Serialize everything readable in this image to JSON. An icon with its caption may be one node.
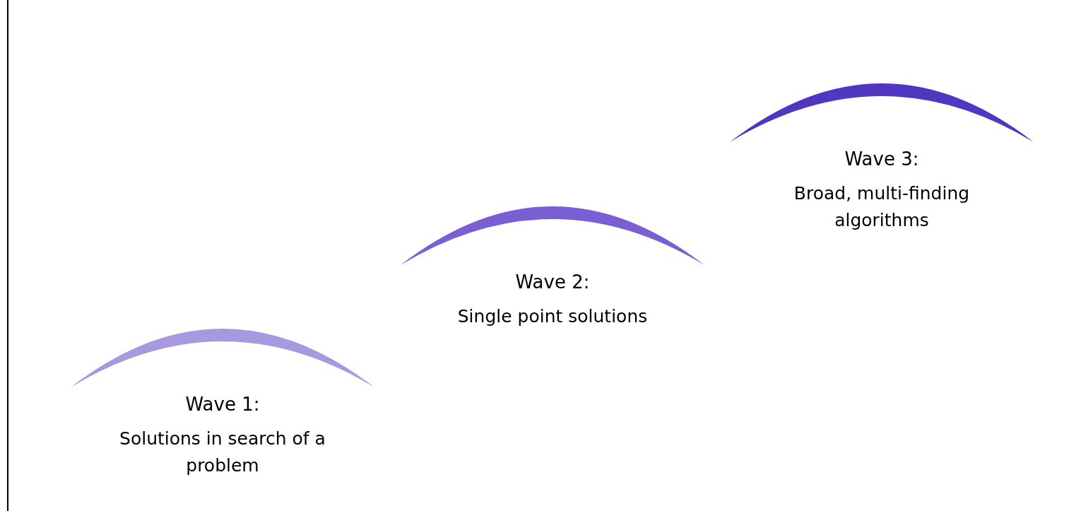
{
  "diagram": {
    "nodes": [
      {
        "text": [
          "Wave 1:",
          "Solutions in search of a problem"
        ]
      },
      {
        "text": [
          "Wave 2:",
          "Single point solutions"
        ]
      },
      {
        "text": [
          "Wave 3:",
          "Broad, multi-finding algorithms"
        ]
      }
    ]
  }
}
